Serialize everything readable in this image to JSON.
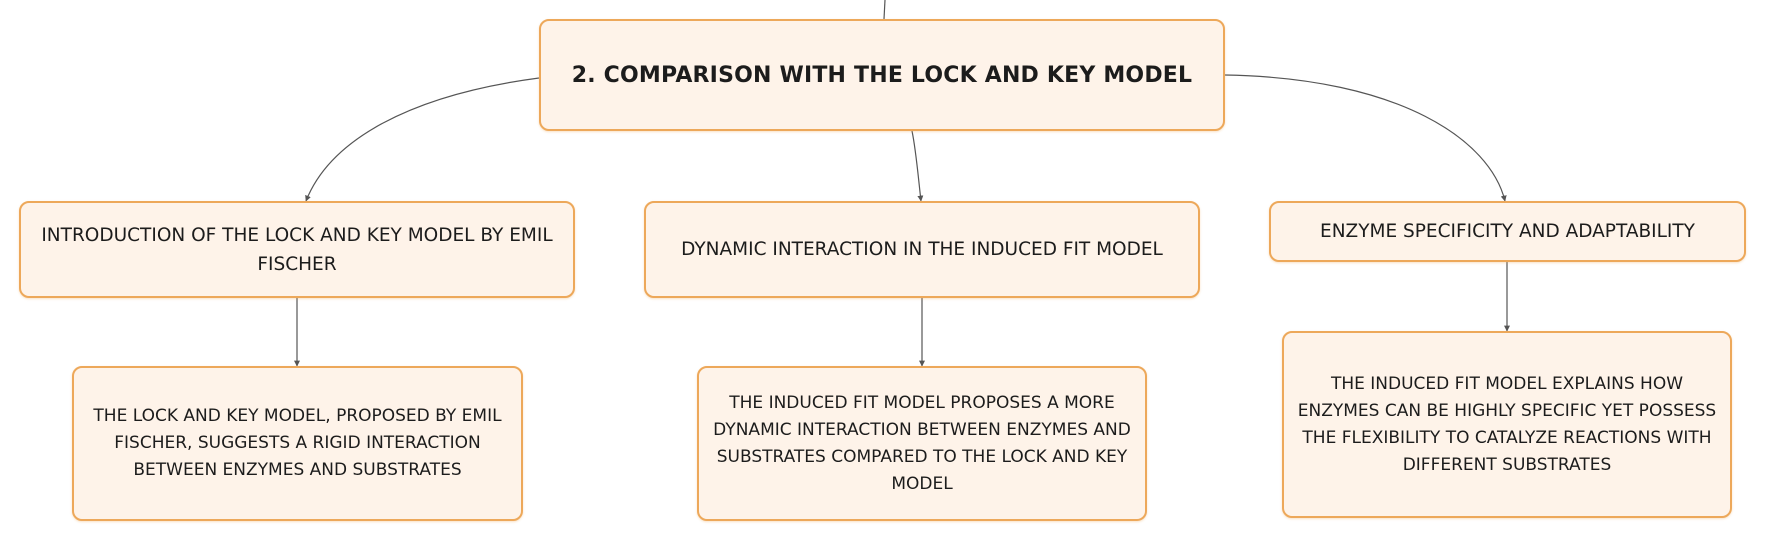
{
  "mindmap": {
    "root": {
      "label": "2. COMPARISON WITH THE LOCK AND KEY MODEL"
    },
    "branches": [
      {
        "label": "INTRODUCTION OF THE LOCK AND KEY MODEL BY EMIL FISCHER",
        "child": "THE LOCK AND KEY MODEL, PROPOSED BY EMIL FISCHER, SUGGESTS A RIGID INTERACTION BETWEEN ENZYMES AND SUBSTRATES"
      },
      {
        "label": "DYNAMIC INTERACTION IN THE INDUCED FIT MODEL",
        "child": "THE INDUCED FIT MODEL PROPOSES A MORE DYNAMIC INTERACTION BETWEEN ENZYMES AND SUBSTRATES COMPARED TO THE LOCK AND KEY MODEL"
      },
      {
        "label": "ENZYME SPECIFICITY AND ADAPTABILITY",
        "child": "THE INDUCED FIT MODEL EXPLAINS HOW ENZYMES CAN BE HIGHLY SPECIFIC YET POSSESS THE FLEXIBILITY TO CATALYZE REACTIONS WITH DIFFERENT SUBSTRATES"
      }
    ]
  },
  "colors": {
    "node_fill": "#fef3e9",
    "node_border": "#eda85a",
    "connector": "#555555",
    "text": "#1c1c1c"
  }
}
